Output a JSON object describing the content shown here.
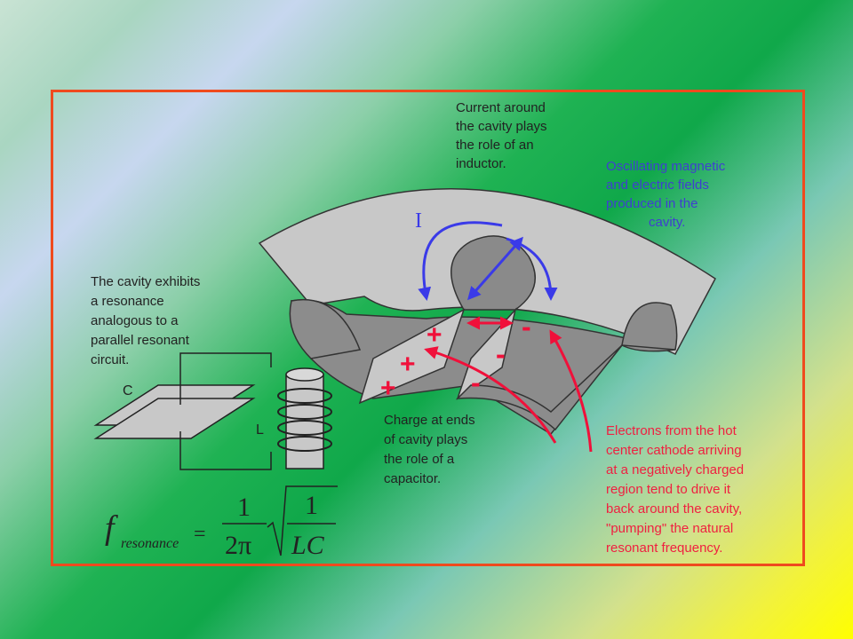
{
  "labels": {
    "inductor": [
      "Current around",
      "the cavity plays",
      "the role of an",
      "inductor."
    ],
    "fields": [
      "Oscillating magnetic",
      "and electric fields",
      "produced in the",
      "cavity."
    ],
    "resonance": [
      "The cavity exhibits",
      "a resonance",
      "analogous to a",
      "parallel resonant",
      "circuit."
    ],
    "capacitor": [
      "Charge at ends",
      "of cavity plays",
      "the role of a",
      "capacitor."
    ],
    "electrons": [
      "Electrons from the hot",
      "center cathode arriving",
      "at a negatively charged",
      "region tend to drive it",
      "back around the cavity,",
      "\"pumping\" the natural",
      "resonant frequency."
    ],
    "current_symbol": "I",
    "capacitor_symbol": "C",
    "inductor_symbol": "L"
  },
  "charges": {
    "plus": "+",
    "minus": "-"
  },
  "formula": {
    "f": "f",
    "subscript": "resonance",
    "eq": "=",
    "num1": "1",
    "den1": "2π",
    "num2": "1",
    "den2": "LC"
  },
  "colors": {
    "frame": "#ef4a1e",
    "blue_text": "#3f3fd0",
    "red_text": "#f02040",
    "arrow_blue": "#3a3ae8",
    "arrow_red": "#f0103a",
    "cavity_light": "#c8c8c8",
    "cavity_dark": "#8c8c8c"
  }
}
